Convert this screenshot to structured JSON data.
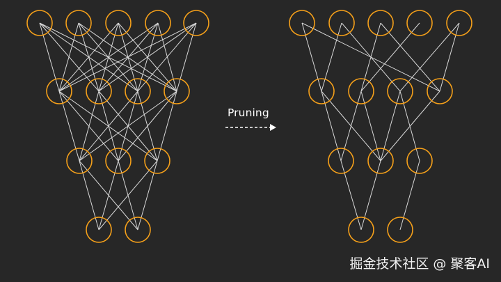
{
  "transition": {
    "label": "Pruning"
  },
  "watermark": "掘金技术社区 @ 聚客AI",
  "colors": {
    "background": "#272727",
    "node_stroke": "#f5a01a",
    "edge": "#d9d9d9",
    "text": "#ffffff"
  },
  "networks": [
    {
      "id": "dense",
      "layer_sizes": [
        5,
        4,
        3,
        2
      ],
      "connectivity": "full"
    },
    {
      "id": "pruned",
      "layer_sizes": [
        5,
        4,
        3,
        2
      ],
      "edges": [
        [
          [
            0,
            0
          ],
          [
            0,
            3
          ],
          [
            1,
            0
          ],
          [
            1,
            2
          ],
          [
            2,
            1
          ],
          [
            2,
            3
          ],
          [
            3,
            1
          ],
          [
            4,
            2
          ],
          [
            4,
            3
          ]
        ],
        [
          [
            0,
            0
          ],
          [
            0,
            1
          ],
          [
            1,
            0
          ],
          [
            1,
            1
          ],
          [
            2,
            1
          ],
          [
            2,
            2
          ],
          [
            3,
            1
          ]
        ],
        [
          [
            0,
            0
          ],
          [
            1,
            0
          ],
          [
            2,
            1
          ]
        ]
      ]
    }
  ]
}
